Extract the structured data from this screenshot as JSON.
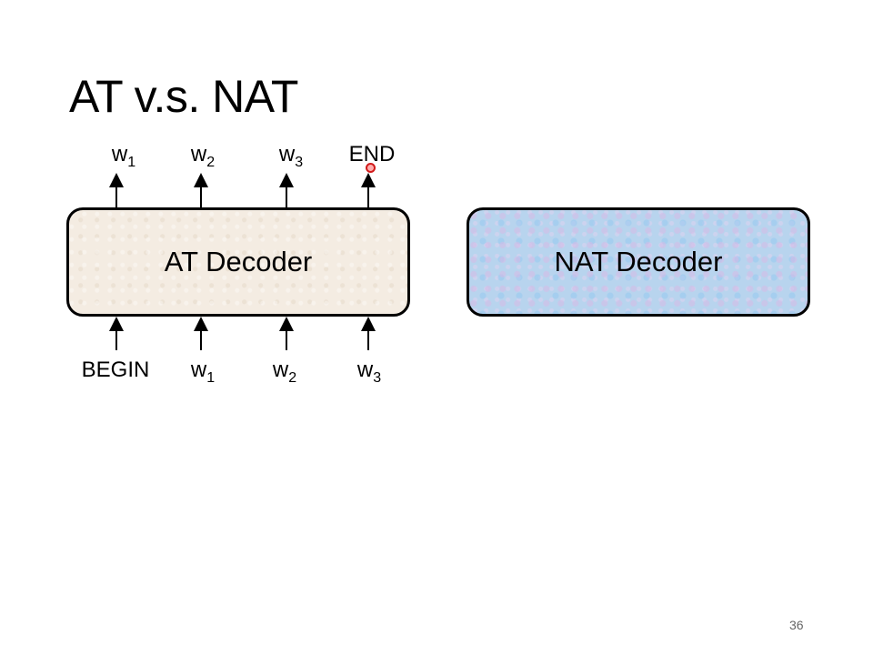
{
  "slide": {
    "title": "AT v.s. NAT",
    "page_number": "36"
  },
  "at_decoder": {
    "label": "AT Decoder",
    "outputs": [
      {
        "base": "w",
        "sub": "1"
      },
      {
        "base": "w",
        "sub": "2"
      },
      {
        "base": "w",
        "sub": "3"
      },
      {
        "base": "END",
        "sub": ""
      }
    ],
    "inputs": [
      {
        "base": "BEGIN",
        "sub": ""
      },
      {
        "base": "w",
        "sub": "1"
      },
      {
        "base": "w",
        "sub": "2"
      },
      {
        "base": "w",
        "sub": "3"
      }
    ]
  },
  "nat_decoder": {
    "label": "NAT Decoder"
  },
  "colors": {
    "at_box_fill": "#f4ece2",
    "nat_box_fill": "#b8d4ee",
    "cursor": "#d11a1a"
  }
}
